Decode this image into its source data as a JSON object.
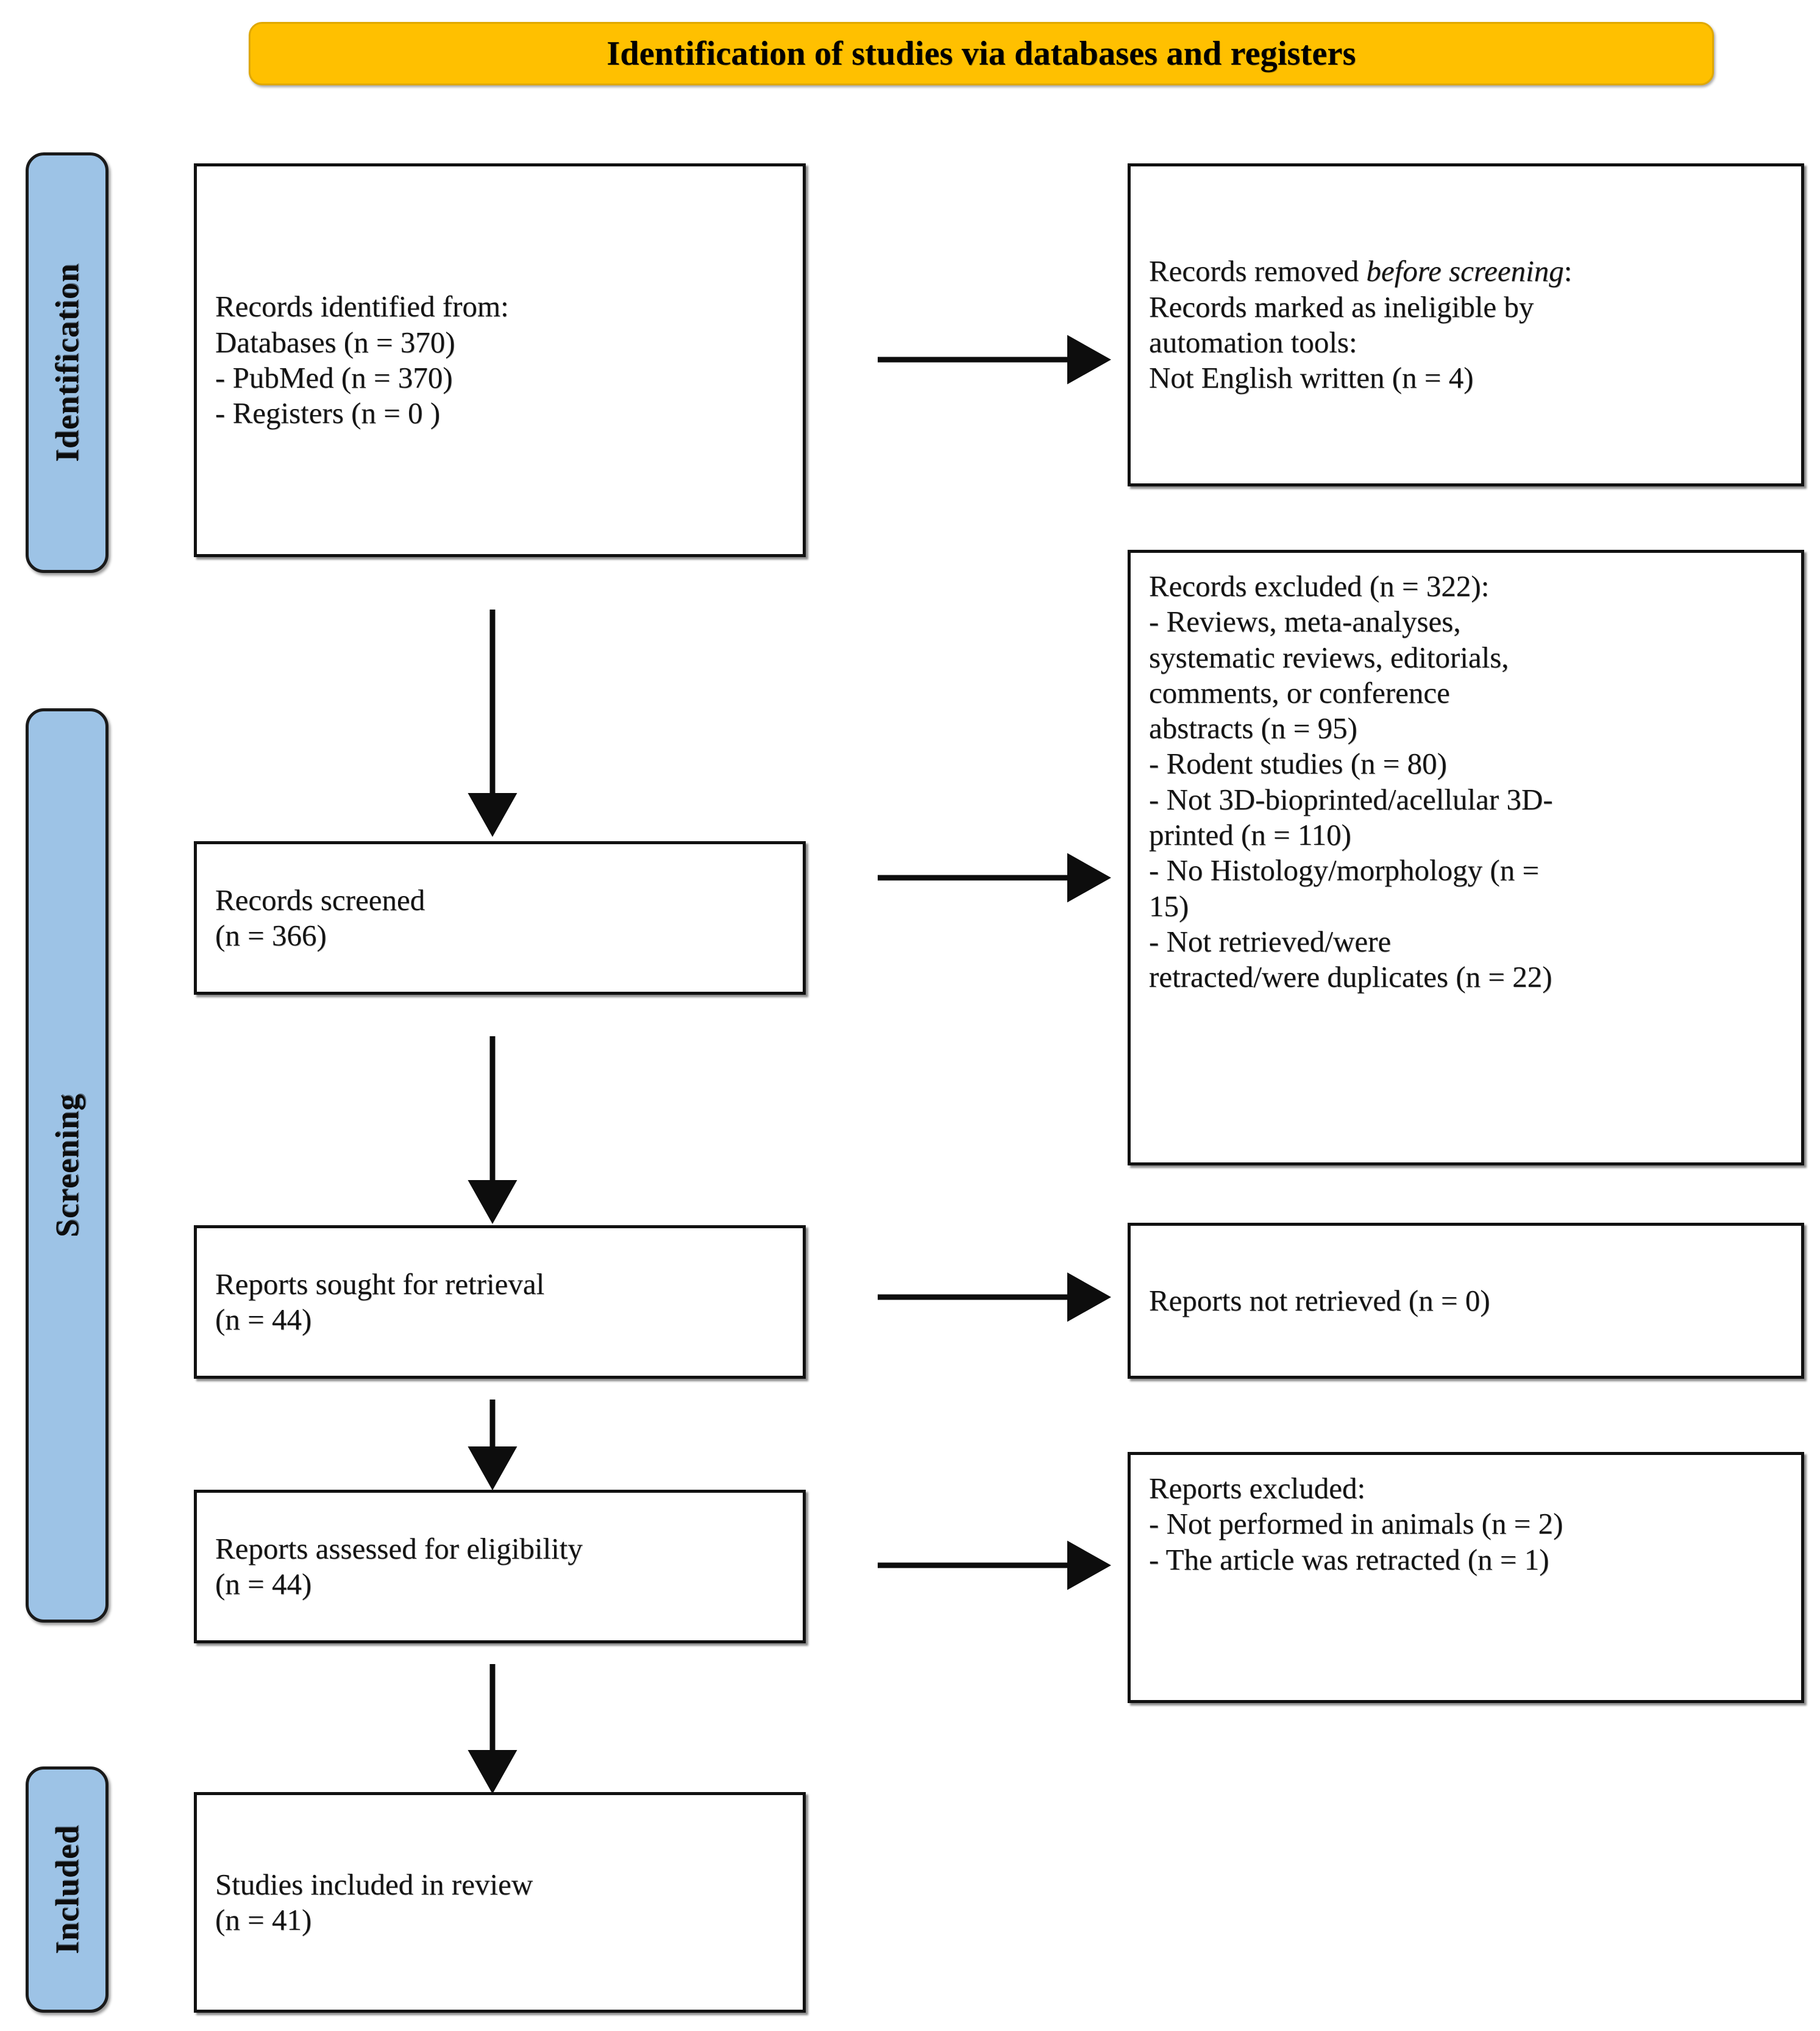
{
  "banner": {
    "title": "Identification of studies via databases and registers"
  },
  "phases": [
    {
      "id": "identification",
      "label": "Identification"
    },
    {
      "id": "screening",
      "label": "Screening"
    },
    {
      "id": "included",
      "label": "Included"
    }
  ],
  "boxes": {
    "identified": {
      "lines": [
        "Records identified from:",
        "Databases (n = 370)",
        "- PubMed (n = 370)",
        "- Registers (n = 0 )"
      ]
    },
    "removed": {
      "line1_pre": "Records removed ",
      "line1_em": "before screening",
      "line1_post": ":",
      "lines": [
        "Records marked as ineligible by",
        "automation tools:",
        "Not English written (n = 4)"
      ]
    },
    "screened": {
      "lines": [
        "Records screened",
        "(n = 366)"
      ]
    },
    "excluded_records": {
      "lines": [
        "Records excluded (n = 322):",
        "- Reviews, meta-analyses,",
        "systematic reviews, editorials,",
        "comments, or conference",
        "abstracts (n = 95)",
        "- Rodent studies (n = 80)",
        "- Not 3D-bioprinted/acellular 3D-",
        "printed (n = 110)",
        "- No Histology/morphology (n =",
        "15)",
        "- Not retrieved/were",
        "retracted/were duplicates (n = 22)"
      ]
    },
    "sought": {
      "lines": [
        "Reports sought for retrieval",
        "(n = 44)"
      ]
    },
    "not_retrieved": {
      "lines": [
        "Reports not retrieved (n = 0)"
      ]
    },
    "assessed": {
      "lines": [
        "Reports assessed for eligibility",
        "(n = 44)"
      ]
    },
    "reports_excluded": {
      "lines": [
        "Reports excluded:",
        "- Not performed in animals (n = 2)",
        "- The article was retracted (n = 1)"
      ]
    },
    "included": {
      "lines": [
        "Studies included in review",
        "(n = 41)"
      ]
    }
  },
  "colors": {
    "banner_fill": "#FFC000",
    "phase_fill": "#9DC3E6",
    "box_border": "#111111",
    "text": "#141414"
  },
  "flow": {
    "counts": {
      "identified_total": 370,
      "databases": 370,
      "pubmed": 370,
      "registers": 0,
      "removed_not_english": 4,
      "screened": 366,
      "excluded_total": 322,
      "excluded_reviews": 95,
      "excluded_rodent": 80,
      "excluded_not_3d": 110,
      "excluded_no_histology": 15,
      "excluded_not_retrieved": 22,
      "sought": 44,
      "not_retrieved": 0,
      "assessed": 44,
      "reports_excluded_not_animals": 2,
      "reports_excluded_retracted": 1,
      "included": 41
    }
  }
}
